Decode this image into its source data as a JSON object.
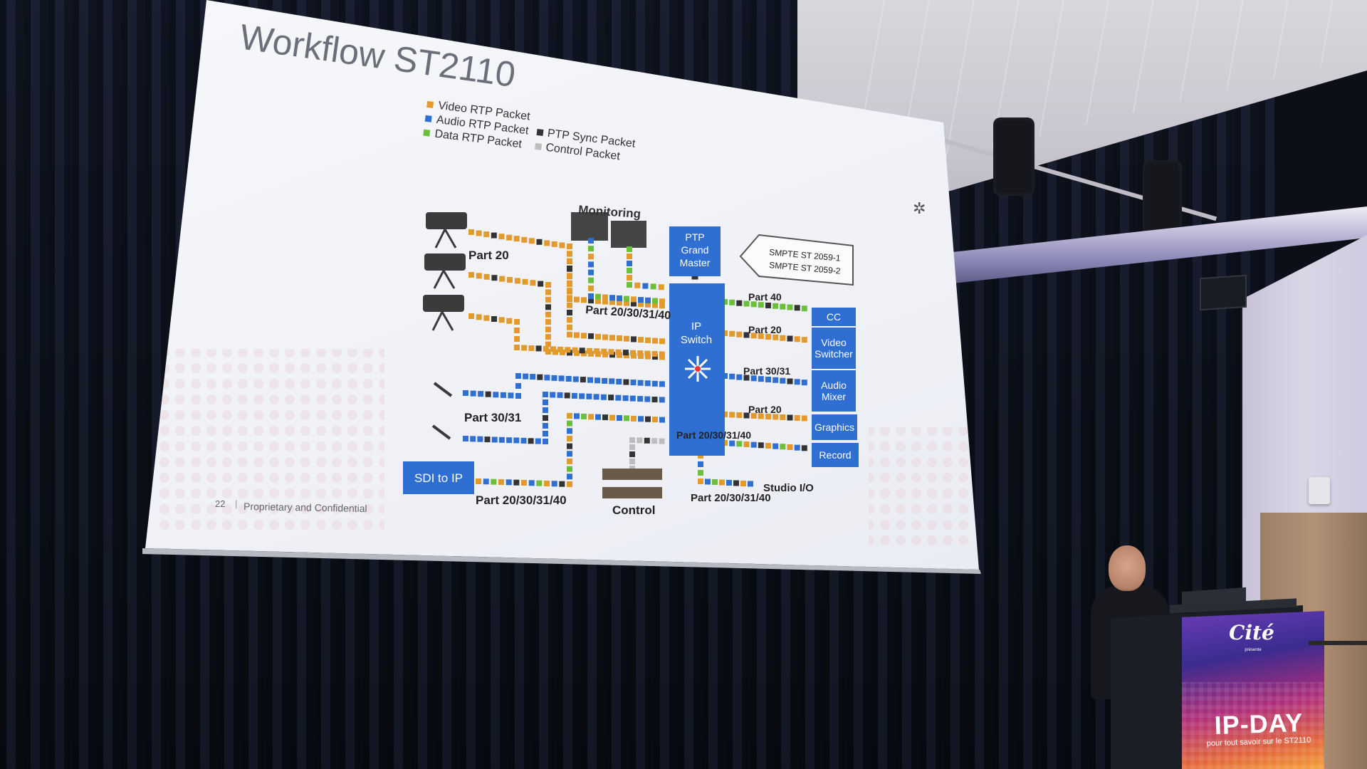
{
  "slide": {
    "title": "Workflow ST2110",
    "legend": [
      {
        "label": "Video RTP Packet",
        "color": "#e39a2d"
      },
      {
        "label": "Audio RTP Packet",
        "color": "#2e6fd1"
      },
      {
        "label": "Data RTP Packet",
        "color": "#6cbf3a"
      },
      {
        "label": "PTP Sync Packet",
        "color": "#333333"
      },
      {
        "label": "Control Packet",
        "color": "#bdbdbd"
      }
    ],
    "labels": {
      "monitoring": "Monitoring",
      "ptp_grand_master": [
        "PTP",
        "Grand",
        "Master"
      ],
      "smpte": [
        "SMPTE ST 2059-1",
        "SMPTE ST 2059-2"
      ],
      "ip_switch": [
        "IP",
        "Switch"
      ],
      "part20_cameras": "Part 20",
      "part_20_30_31_40_monitor": "Part 20/30/31/40",
      "part30_31_audio": "Part 30/31",
      "sdi_to_ip": "SDI to IP",
      "part_20_30_31_40_sdi": "Part 20/30/31/40",
      "control": "Control",
      "part_20_30_31_40_studio": "Part 20/30/31/40",
      "studio_io": "Studio I/O"
    },
    "outputs": [
      {
        "name": [
          "CC"
        ],
        "link_label": "Part 40"
      },
      {
        "name": [
          "Video",
          "Switcher"
        ],
        "link_label": "Part 20"
      },
      {
        "name": [
          "Audio",
          "Mixer"
        ],
        "link_label": "Part 30/31"
      },
      {
        "name": [
          "Graphics"
        ],
        "link_label": "Part 20"
      },
      {
        "name": [
          "Record"
        ],
        "link_label": "Part 20/30/31/40"
      }
    ],
    "page_number": "22",
    "footer": "Proprietary and Confidential",
    "colors": {
      "accent_blue": "#2e6fd1",
      "slide_bg": "#f4f5f9"
    }
  },
  "podium": {
    "logo": "Cité",
    "presents": "présente",
    "event": "IP-DAY",
    "tagline": "pour tout savoir sur le ST2110"
  }
}
